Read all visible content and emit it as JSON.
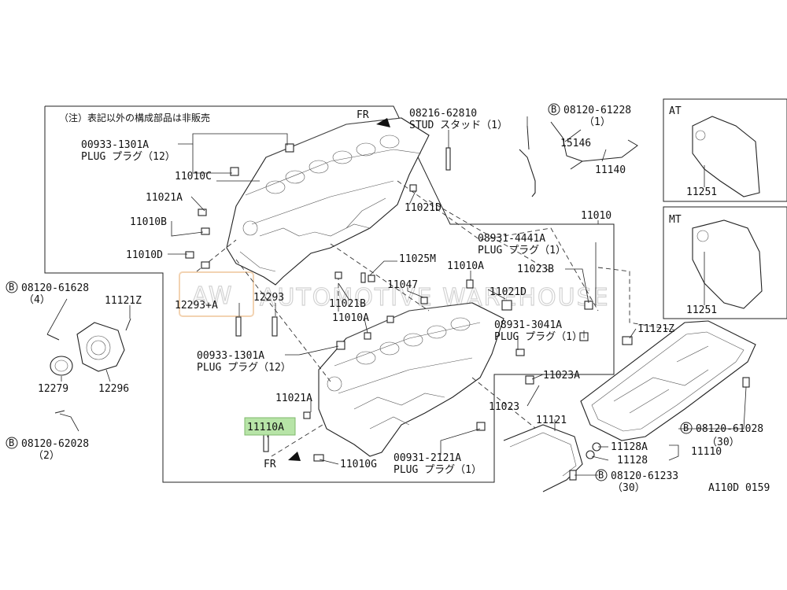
{
  "diagram_code": "A110D 0159",
  "note": "（注）表記以外の構成部品は非販売",
  "watermark": {
    "logo": "AW",
    "text": "AUTOMOTIVE WAREHOUSE"
  },
  "highlight_color": "#b7e4a7",
  "direction": {
    "top": "FR",
    "bottom": "FR"
  },
  "parts": {
    "p08216": "08216-62810",
    "p08216_desc": "STUD スタッド（1）",
    "p08120_61228": "08120-61228",
    "p08120_61228_qty": "（1）",
    "p15146": "15146",
    "p11140": "11140",
    "p00933_top": "00933-1301A",
    "p00933_top_desc": "PLUG プラグ（12）",
    "p11010C": "11010C",
    "p11021A_top": "11021A",
    "p11010B": "11010B",
    "p11010D": "11010D",
    "p11021D_top": "11021D",
    "p11010": "11010",
    "p08931_4441": "08931-4441A",
    "p08931_4441_desc": "PLUG プラグ（1）",
    "p11025M": "11025M",
    "p11010A_r": "11010A",
    "p11023B": "11023B",
    "p11047": "11047",
    "p11021D_mid": "11021D",
    "p08931_3041": "08931-3041A",
    "p08931_3041_desc": "PLUG プラグ（1）",
    "p11021B": "11021B",
    "p11010A_mid": "11010A",
    "p12293A": "12293+A",
    "p12293": "12293",
    "p00933_mid": "00933-1301A",
    "p00933_mid_desc": "PLUG プラグ（12）",
    "p11023A": "11023A",
    "p11023": "11023",
    "p11021A_bot": "11021A",
    "p11110A": "11110A",
    "p11010G": "11010G",
    "p00931": "00931-2121A",
    "p00931_desc": "PLUG プラグ（1）",
    "p11121": "11121",
    "p11121Z_r": "11121Z",
    "p08120_61028": "08120-61028",
    "p08120_61028_qty": "（30）",
    "p11128A": "11128A",
    "p11128": "11128",
    "p11110": "11110",
    "p08120_61233": "08120-61233",
    "p08120_61233_qty": "（30）",
    "p08120_61628": "08120-61628",
    "p08120_61628_qty": "（4）",
    "p11121Z_l": "11121Z",
    "p12279": "12279",
    "p12296": "12296",
    "p08120_62028": "08120-62028",
    "p08120_62028_qty": "（2）",
    "at_label": "AT",
    "at_part": "11251",
    "mt_label": "MT",
    "mt_part": "11251"
  }
}
